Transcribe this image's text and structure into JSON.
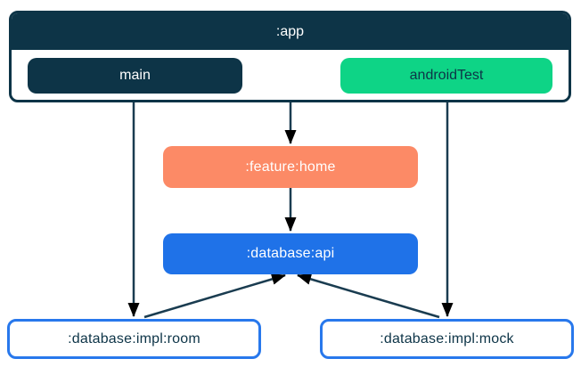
{
  "diagram": {
    "description": "Gradle module dependency diagram for an Android app",
    "nodes": {
      "app": {
        "label": ":app",
        "type": "container"
      },
      "main": {
        "label": "main",
        "type": "source-set"
      },
      "android_test": {
        "label": "androidTest",
        "type": "source-set"
      },
      "feature_home": {
        "label": ":feature:home",
        "type": "module"
      },
      "database_api": {
        "label": ":database:api",
        "type": "module"
      },
      "database_impl_room": {
        "label": ":database:impl:room",
        "type": "module"
      },
      "database_impl_mock": {
        "label": ":database:impl:mock",
        "type": "module"
      }
    },
    "edges": [
      {
        "from": "main",
        "to": ":database:impl:room"
      },
      {
        "from": ":app",
        "to": ":feature:home"
      },
      {
        "from": ":feature:home",
        "to": ":database:api"
      },
      {
        "from": "androidTest",
        "to": ":database:impl:mock"
      },
      {
        "from": ":database:impl:room",
        "to": ":database:api"
      },
      {
        "from": ":database:impl:mock",
        "to": ":database:api"
      }
    ],
    "colors": {
      "navy": "#0d3447",
      "green": "#0ed486",
      "coral": "#fc8a66",
      "blue": "#1f72e8",
      "box-border-blue": "#2878ec",
      "arrow": "#1a3c50",
      "background": "#ffffff",
      "text-light": "#ffffff"
    }
  }
}
